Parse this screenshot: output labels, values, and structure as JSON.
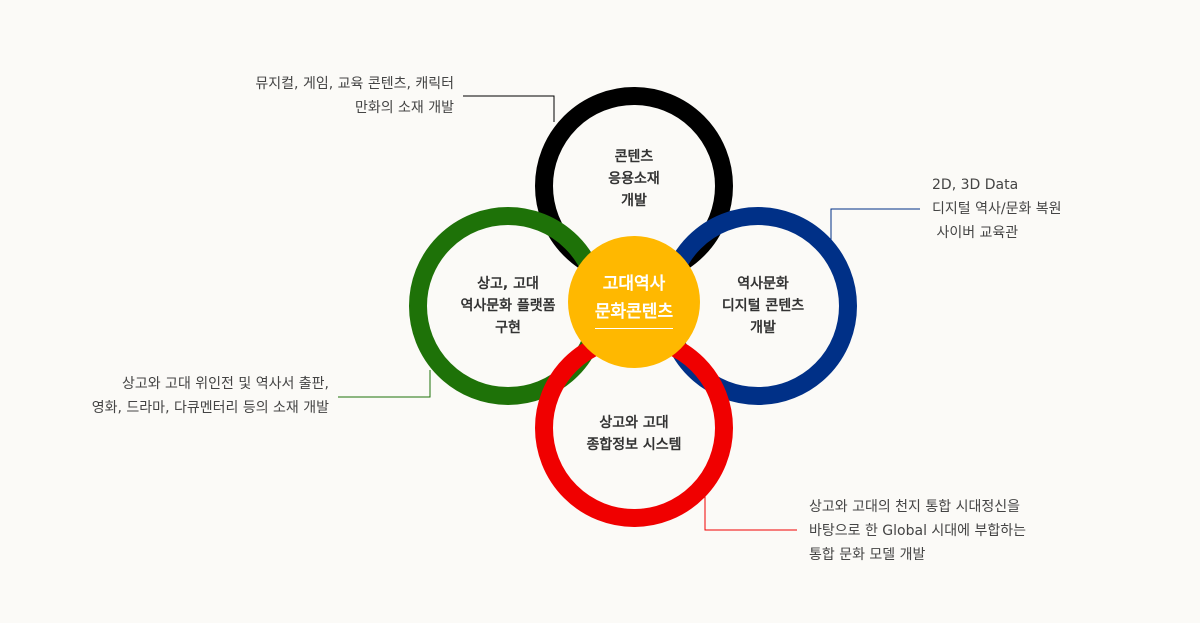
{
  "colors": {
    "black_ring": "#000000",
    "blue_ring": "#003087",
    "green_ring": "#1e7208",
    "red_ring": "#f00000",
    "center": "#ffb800"
  },
  "center": {
    "line1": "고대역사",
    "line2": "문화콘텐츠"
  },
  "rings": {
    "top": {
      "lines": [
        "콘텐츠",
        "응용소재",
        "개발"
      ]
    },
    "right": {
      "lines": [
        "역사문화",
        "디지털 콘텐츠",
        "개발"
      ]
    },
    "left": {
      "lines": [
        "상고, 고대",
        "역사문화 플랫폼",
        "구현"
      ]
    },
    "bottom": {
      "lines": [
        "상고와 고대",
        "종합정보 시스템"
      ]
    }
  },
  "notes": {
    "top_left": {
      "lines": [
        "뮤지컬, 게임, 교육 콘텐츠, 캐릭터",
        "만화의 소재 개발"
      ]
    },
    "top_right": {
      "lines": [
        "2D, 3D Data",
        "디지털 역사/문화 복원",
        " 사이버 교육관"
      ]
    },
    "bottom_left": {
      "lines": [
        "상고와 고대 위인전 및 역사서 출판,",
        "영화, 드라마, 다큐멘터리 등의 소재 개발"
      ]
    },
    "bottom_right": {
      "lines": [
        "상고와 고대의 천지 통합 시대정신을",
        "바탕으로 한 Global 시대에 부합하는",
        "통합 문화 모델 개발"
      ]
    }
  }
}
